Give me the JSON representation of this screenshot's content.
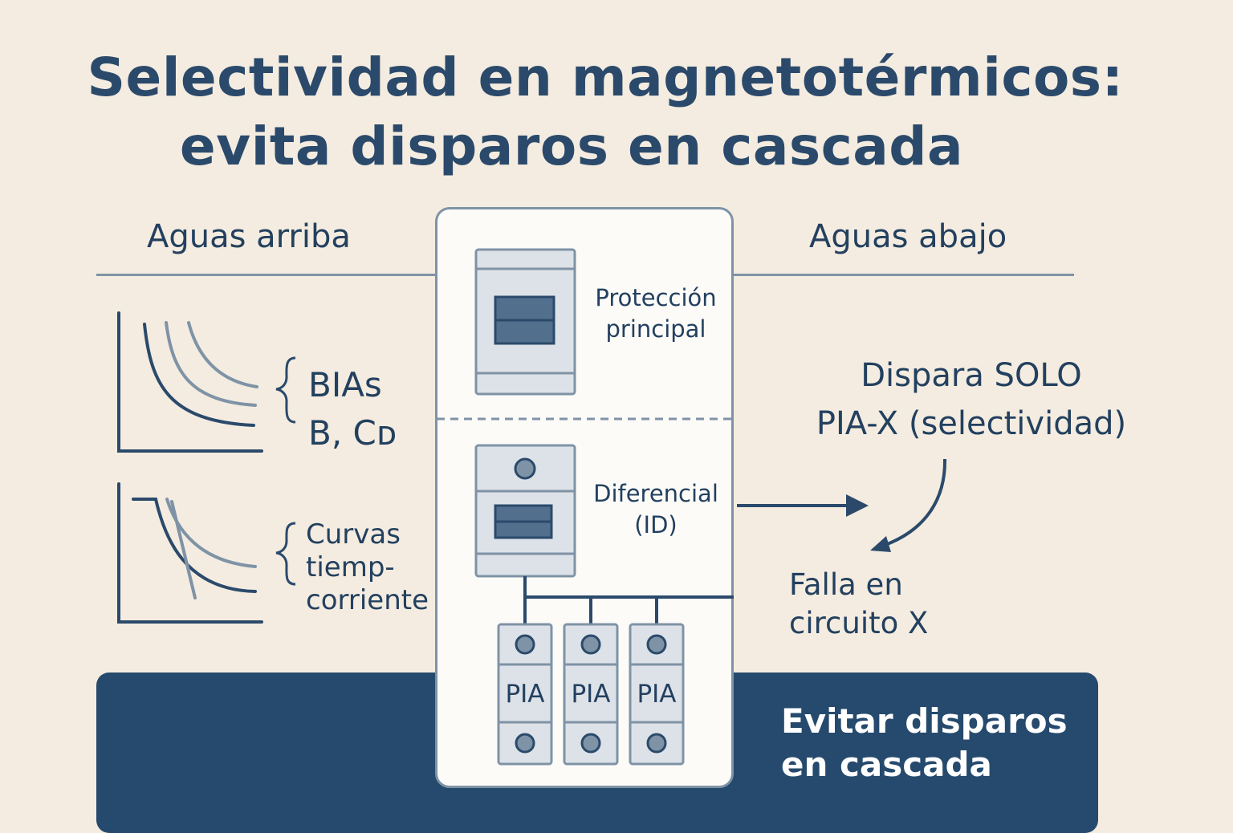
{
  "title": {
    "line1": "Selectividad en magnetotérmicos:",
    "line2": "evita disparos en cascada"
  },
  "columns": {
    "upstream": "Aguas arriba",
    "downstream": "Aguas abajo"
  },
  "curves_top": {
    "line1": "BIAs",
    "line2": "B, Cᴅ"
  },
  "curves_bottom": {
    "line1": "Curvas",
    "line2": "tiemp-",
    "line3": "corriente"
  },
  "panel": {
    "main_protection": {
      "line1": "Protección",
      "line2": "principal"
    },
    "differential": {
      "line1": "Diferencial",
      "line2": "(ID)"
    },
    "pia_labels": [
      "PIA",
      "PIA",
      "PIA"
    ]
  },
  "right": {
    "trip_line1": "Dispara SOLO",
    "trip_line2": "PIA-X (selectividad)",
    "fault_line1": "Falla en",
    "fault_line2": "circuito X"
  },
  "banner": {
    "line1": "Evitar disparos",
    "line2": "en cascada"
  },
  "colors": {
    "background": "#f4ece0",
    "navy": "#264a6d",
    "text": "#23405f",
    "gray_line": "#7f93a6",
    "device_fill": "#dde2e8",
    "window_fill": "#52708d"
  }
}
